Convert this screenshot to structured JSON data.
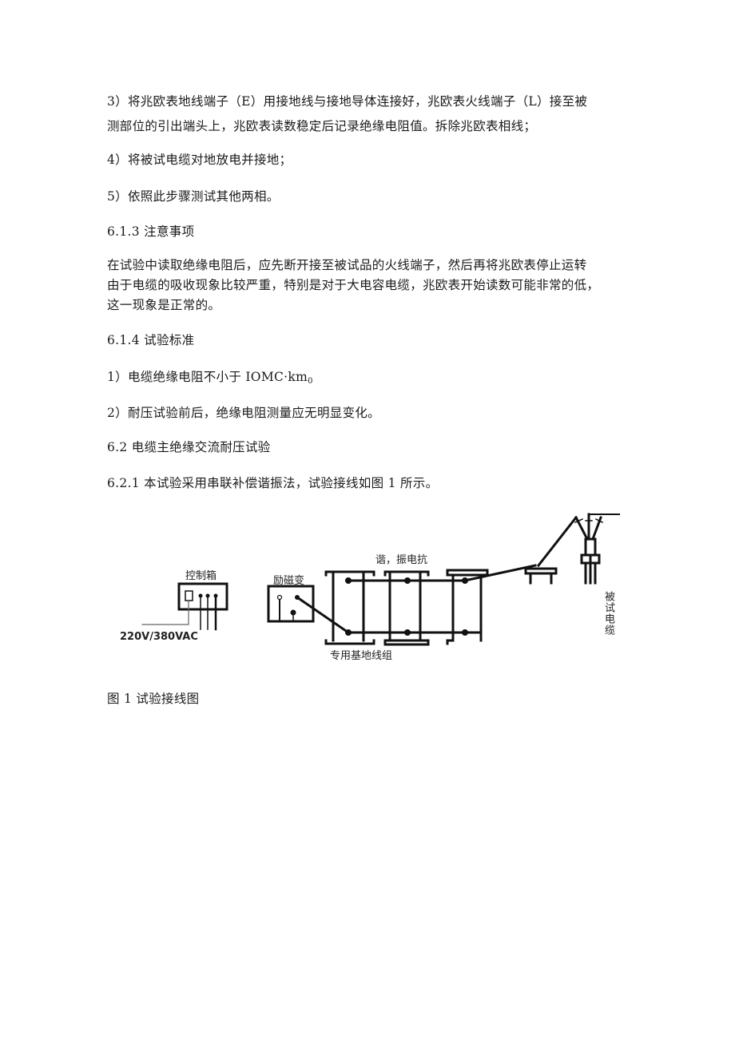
{
  "document": {
    "paragraphs": {
      "step3": {
        "line1": "3）将兆欧表地线端子（E）用接地线与接地导体连接好，兆欧表火线端子（L）接至被",
        "line2": "测部位的引出端头上，兆欧表读数稳定后记录绝缘电阻值。拆除兆欧表相线；"
      },
      "step4": "4）将被试电缆对地放电并接地；",
      "step5": "5）依照此步骤测试其他两相。",
      "heading_613": "6.1.3 注意事项",
      "note": {
        "line1": "在试验中读取绝缘电阻后，应先断开接至被试品的火线端子，然后再将兆欧表停止运转",
        "line2": "由于电缆的吸收现象比较严重，特别是对于大电容电缆，兆欧表开始读数可能非常的低，",
        "line3": "这一现象是正常的。"
      },
      "heading_614": "6.1.4 试验标准",
      "standard1_text": "1）电缆绝缘电阻不小于 IOMC·km",
      "standard1_sub": "0",
      "standard2": "2）耐压试验前后，绝缘电阻测量应无明显变化。",
      "heading_62": "6.2 电缆主绝缘交流耐压试验",
      "para_621": "6.2.1 本试验采用串联补偿谐振法，试验接线如图 1 所示。"
    },
    "figure": {
      "labels": {
        "control_box": "控制箱",
        "power_supply": "220V/380VAC",
        "exciter_transformer": "励磁变",
        "resonant_reactor": "谐，振电抗",
        "ground_wire_set": "专用基地线组",
        "cable_under_test": "被试电缆"
      },
      "caption": "图 1 试验接线图"
    }
  }
}
